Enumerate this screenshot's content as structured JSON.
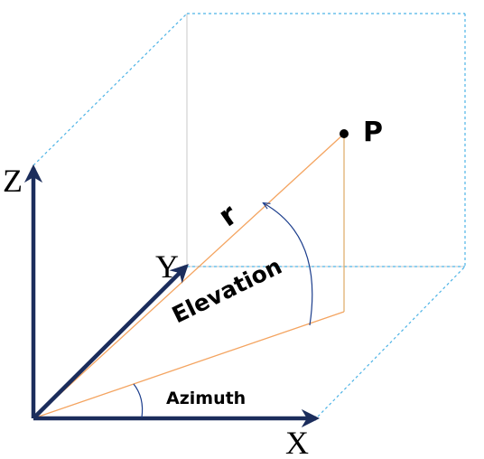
{
  "labels": {
    "z_axis": "Z",
    "y_axis": "Y",
    "x_axis": "X",
    "point": "P",
    "radius": "r",
    "elevation": "Elevation",
    "azimuth": "Azimuth"
  },
  "colors": {
    "axis": "#1b2d5c",
    "vector": "#f4a460",
    "box": "#4db3e6",
    "box_back": "#c8c8c8",
    "arc": "#1b3d8c",
    "point": "#000000"
  }
}
